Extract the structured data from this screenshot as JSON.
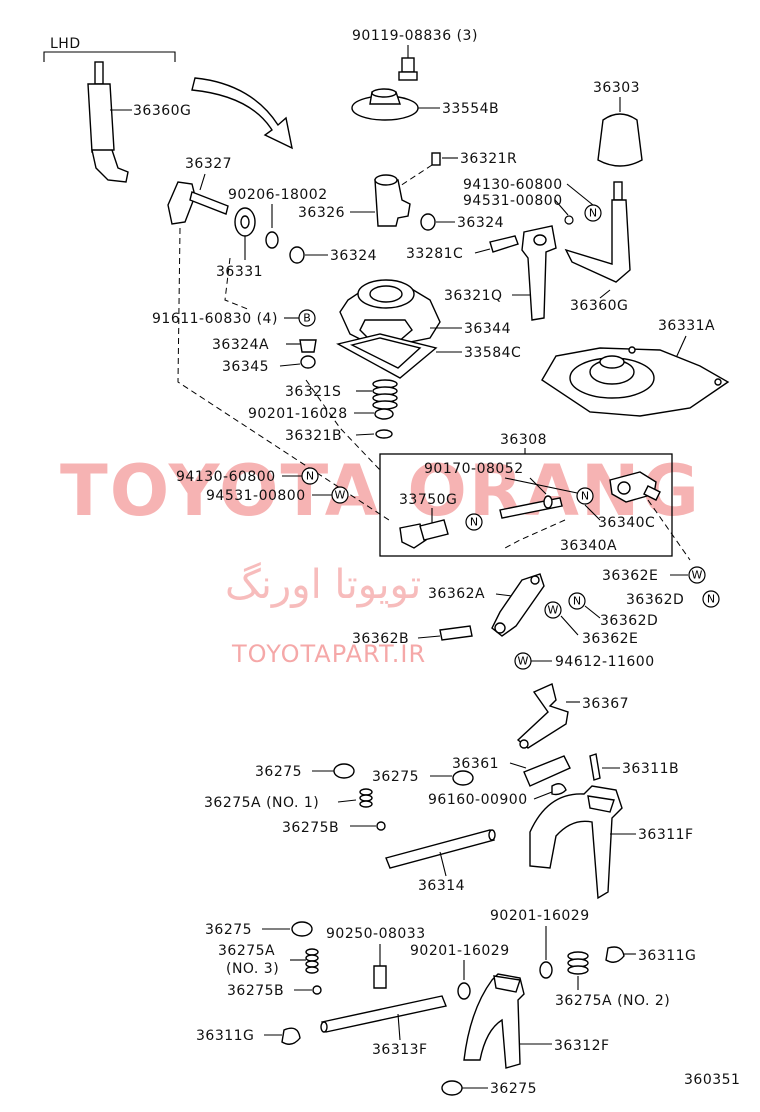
{
  "variant_label": "LHD",
  "diagram_code": "360351",
  "watermark": {
    "brand": "TOYOTA ORANG",
    "persian": "تویوتا اورنگ",
    "url": "TOYOTAPART.IR"
  },
  "labels": {
    "p90119": "90119-08836 (3)",
    "p33554B": "33554B",
    "p36360G_top": "36360G",
    "p36303": "36303",
    "p36327": "36327",
    "p90206": "90206-18002",
    "p36321R": "36321R",
    "p94130_top": "94130-60800",
    "p94531_top": "94531-00800",
    "p36326": "36326",
    "p36324_a": "36324",
    "p36331": "36331",
    "p36324_b": "36324",
    "p33281C": "33281C",
    "p36321Q": "36321Q",
    "p36360G_b": "36360G",
    "p91611": "91611-60830 (4)",
    "p36344": "36344",
    "p36331A": "36331A",
    "p36324A": "36324A",
    "p33584C": "33584C",
    "p36345": "36345",
    "p36321S": "36321S",
    "p90201_16028": "90201-16028",
    "p36321B": "36321B",
    "p36308": "36308",
    "p94130_mid": "94130-60800",
    "p90170": "90170-08052",
    "p94531_mid": "94531-00800",
    "p33750G": "33750G",
    "p36340C": "36340C",
    "p36340A": "36340A",
    "p36362E_a": "36362E",
    "p36362A": "36362A",
    "p36362D_a": "36362D",
    "p36362D_b": "36362D",
    "p36362B": "36362B",
    "p36362E_b": "36362E",
    "p94612": "94612-11600",
    "p36367": "36367",
    "p36275_a": "36275",
    "p36275_b": "36275",
    "p36361": "36361",
    "p36311B": "36311B",
    "p36275A_1": "36275A (NO. 1)",
    "p96160": "96160-00900",
    "p36275B_a": "36275B",
    "p36311F": "36311F",
    "p36314": "36314",
    "p90201_16029_a": "90201-16029",
    "p36275_c": "36275",
    "p90250": "90250-08033",
    "p36275A_3a": "36275A",
    "p36275A_3b": "(NO. 3)",
    "p90201_16029_b": "90201-16029",
    "p36311G_a": "36311G",
    "p36275B_b": "36275B",
    "p36275A_2": "36275A (NO. 2)",
    "p36311G_b": "36311G",
    "p36312F": "36312F",
    "p36313F": "36313F",
    "p36275_d": "36275"
  },
  "symbols": {
    "N": "N",
    "W": "W",
    "B": "B"
  }
}
